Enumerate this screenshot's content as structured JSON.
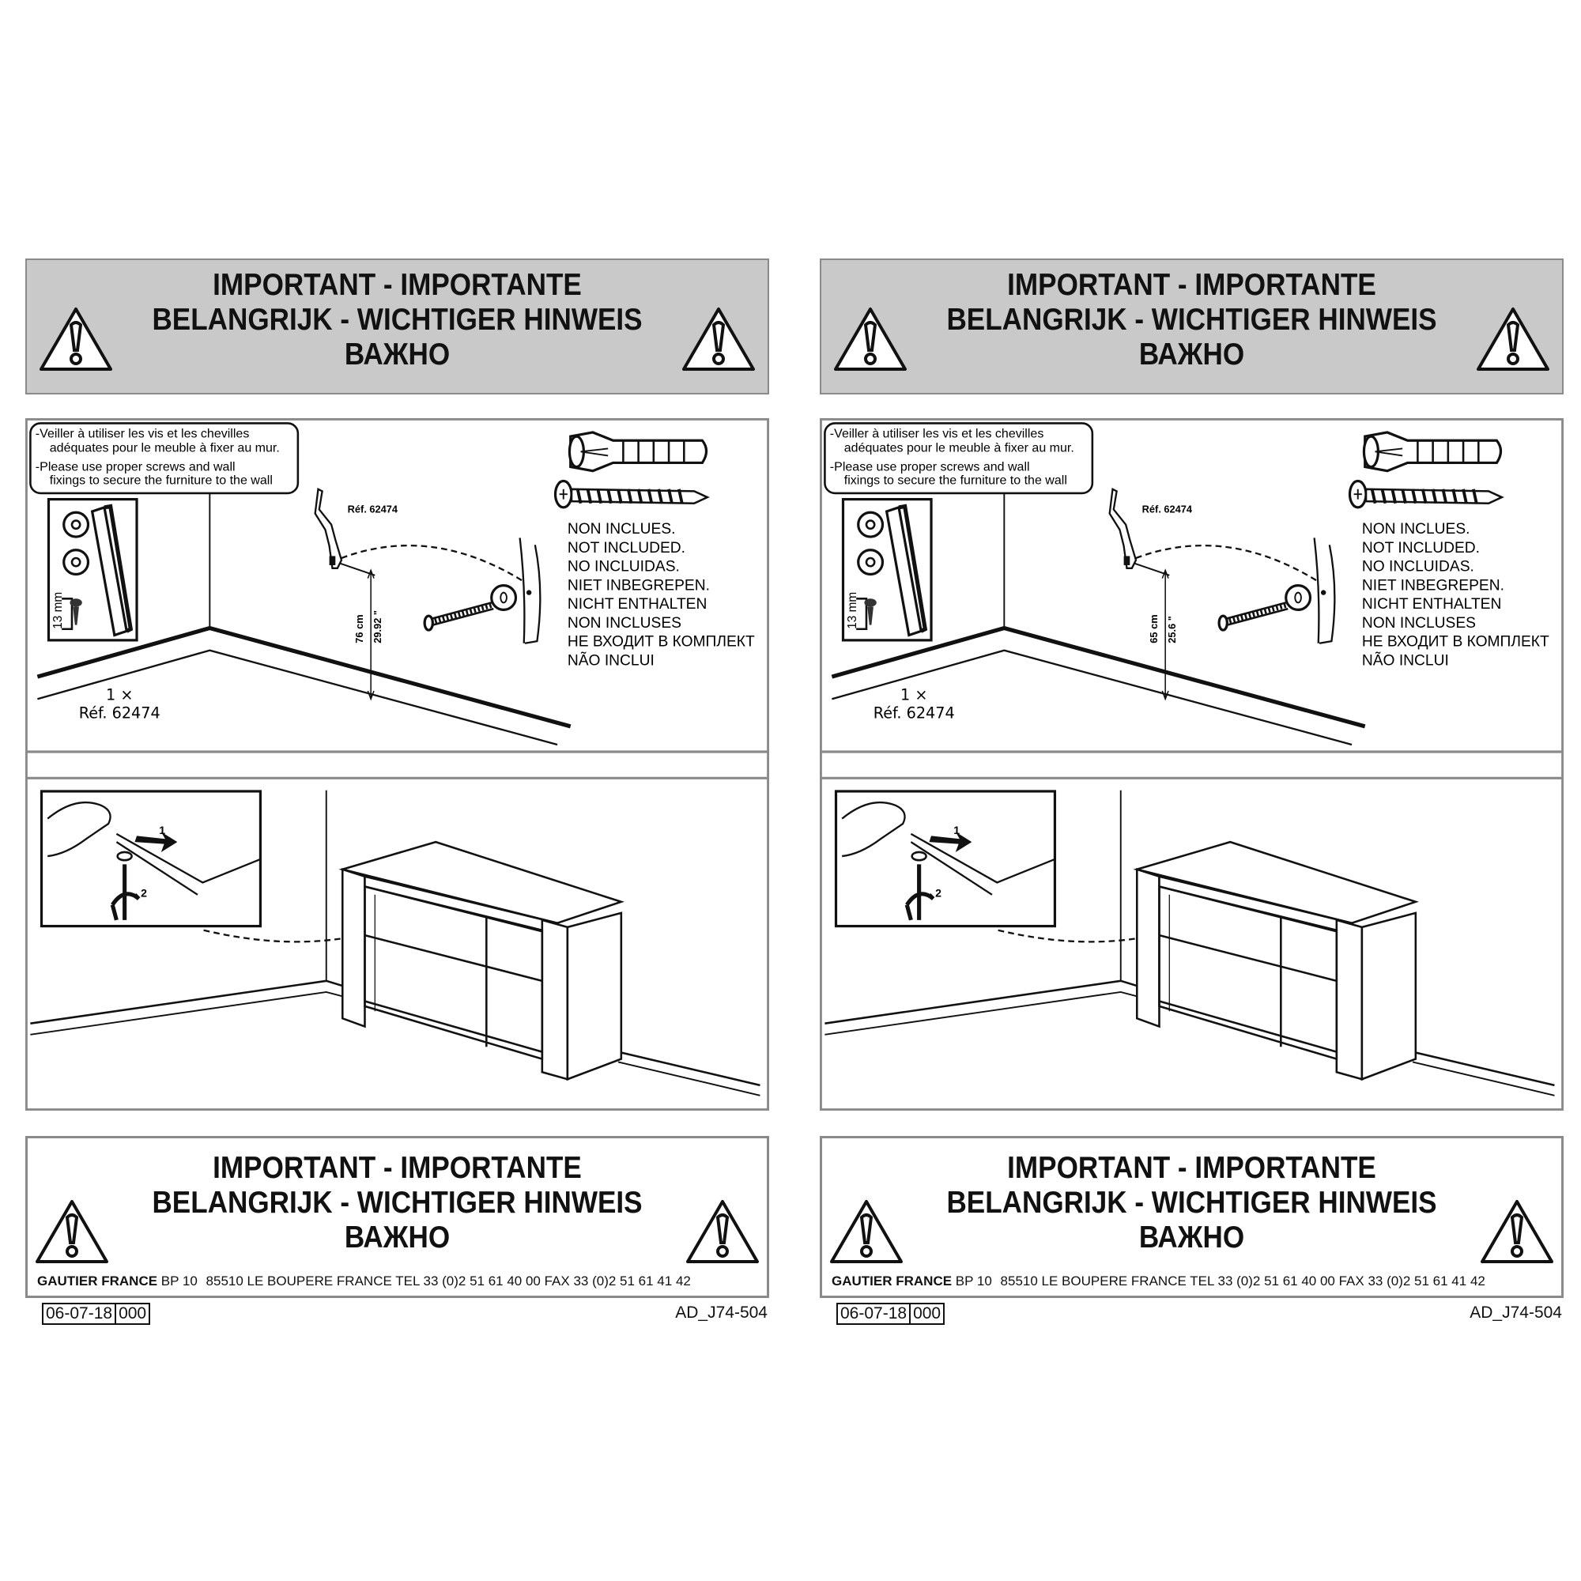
{
  "panels": [
    {
      "header": {
        "line1": "IMPORTANT - IMPORTANTE",
        "line2": "BELANGRIJK - WICHTIGER HINWEIS",
        "line3": "ВАЖНО"
      },
      "note": {
        "fr1": "-Veiller à utiliser les vis et les chevilles",
        "fr2": "adéquates pour le meuble à fixer au mur.",
        "en1": "-Please use proper screws and wall",
        "en2": "fixings to secure the furniture to the wall"
      },
      "hook_size": "13 mm",
      "bracket_ref": "Réf. 62474",
      "height_cm": "76 cm",
      "height_in": "29.92 \"",
      "not_included": [
        "NON INCLUES.",
        "NOT INCLUDED.",
        "NO INCLUIDAS.",
        "NIET INBEGREPEN.",
        "NICHT ENTHALTEN",
        "NON INCLUSES",
        "НЕ ВХОДИТ В КОМПЛЕКТ",
        "NÃO INCLUI"
      ],
      "quantity": "1 ×",
      "quantity_ref": "Réf. 62474",
      "step1": "1",
      "step2": "2",
      "footer": {
        "line1": "IMPORTANT - IMPORTANTE",
        "line2": "BELANGRIJK - WICHTIGER HINWEIS",
        "line3": "ВАЖНО",
        "company": "GAUTIER FRANCE",
        "bp": "BP 10",
        "address": "85510 LE BOUPERE FRANCE TEL 33 (0)2 51 61 40 00 FAX 33 (0)2 51 61 41 42"
      },
      "date": "06-07-18",
      "revision": "000",
      "doc_code": "AD_J74-504"
    },
    {
      "header": {
        "line1": "IMPORTANT - IMPORTANTE",
        "line2": "BELANGRIJK - WICHTIGER HINWEIS",
        "line3": "ВАЖНО"
      },
      "note": {
        "fr1": "-Veiller à utiliser les vis et les chevilles",
        "fr2": "adéquates pour le meuble à fixer au mur.",
        "en1": "-Please use proper screws and wall",
        "en2": "fixings to secure the furniture to the wall"
      },
      "hook_size": "13 mm",
      "bracket_ref": "Réf. 62474",
      "height_cm": "65 cm",
      "height_in": "25.6 \"",
      "not_included": [
        "NON INCLUES.",
        "NOT INCLUDED.",
        "NO INCLUIDAS.",
        "NIET INBEGREPEN.",
        "NICHT ENTHALTEN",
        "NON INCLUSES",
        "НЕ ВХОДИТ В КОМПЛЕКТ",
        "NÃO INCLUI"
      ],
      "quantity": "1 ×",
      "quantity_ref": "Réf. 62474",
      "step1": "1",
      "step2": "2",
      "footer": {
        "line1": "IMPORTANT - IMPORTANTE",
        "line2": "BELANGRIJK - WICHTIGER HINWEIS",
        "line3": "ВАЖНО",
        "company": "GAUTIER FRANCE",
        "bp": "BP 10",
        "address": "85510 LE BOUPERE FRANCE TEL 33 (0)2 51 61 40 00 FAX 33 (0)2 51 61 41 42"
      },
      "date": "06-07-18",
      "revision": "000",
      "doc_code": "AD_J74-504"
    }
  ]
}
